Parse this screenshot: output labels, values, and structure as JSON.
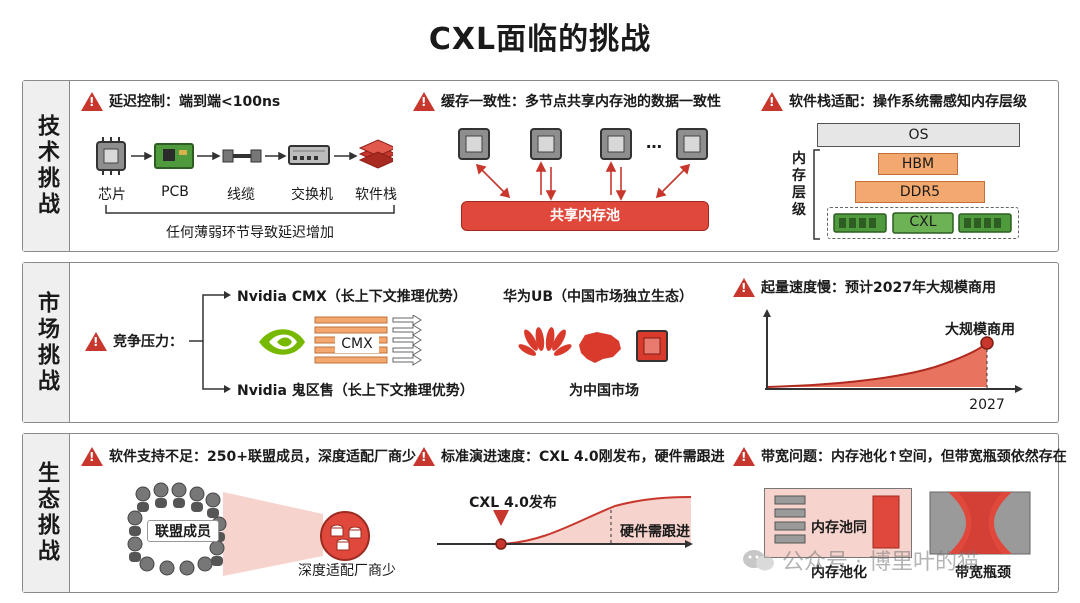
{
  "title": "CXL面临的挑战",
  "tech": {
    "side_label": "技术挑战",
    "latency": {
      "heading": "延迟控制：端到端<100ns",
      "items": [
        "芯片",
        "PCB",
        "线缆",
        "交换机",
        "软件栈"
      ],
      "footnote": "任何薄弱环节导致延迟增加"
    },
    "coherence": {
      "heading": "缓存一致性：多节点共享内存池的数据一致性",
      "ellipsis": "…",
      "pool_label": "共享内存池"
    },
    "software": {
      "heading": "软件栈适配：操作系统需感知内存层级",
      "side": "内存层级",
      "layers": [
        "OS",
        "HBM",
        "DDR5",
        "CXL"
      ]
    }
  },
  "market": {
    "side_label": "市场挑战",
    "competition_label": "竞争压力：",
    "nvidia_cmx": "Nvidia CMX（长上下文推理优势）",
    "cmx_label": "CMX",
    "nvidia_second": "Nvidia 鬼区售（长上下文推理优势）",
    "huawei": "华为UB（中国市场独立生态）",
    "china_market": "为中国市场",
    "scale": {
      "heading": "起量速度慢：预计2027年大规模商用",
      "peak_label": "大规模商用",
      "year": "2027"
    }
  },
  "eco": {
    "side_label": "生态挑战",
    "support": {
      "heading": "软件支持不足：250+联盟成员，深度适配厂商少",
      "members_label": "联盟成员",
      "vendors_label": "深度适配厂商少"
    },
    "standard": {
      "heading": "标准演进速度：CXL 4.0刚发布，硬件需跟进",
      "release_label": "CXL 4.0发布",
      "hw_label": "硬件需跟进"
    },
    "bandwidth": {
      "heading": "带宽问题：内存池化↑空间，但带宽瓶颈依然存在",
      "pool_inner": "内存池同",
      "pool_label": "内存池化",
      "bottleneck_label": "带宽瓶颈"
    }
  },
  "watermark": "公众号 · 博里叶的猫",
  "colors": {
    "accent": "#c8372d",
    "orange": "#f2a86e",
    "pool": "#e0483c"
  }
}
